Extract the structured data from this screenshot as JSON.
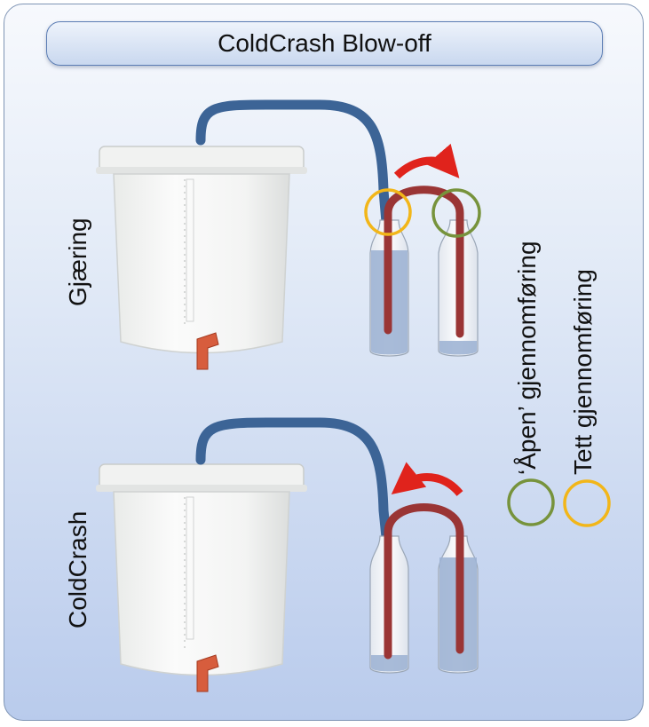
{
  "title": "ColdCrash Blow-off",
  "sections": {
    "top_label": "Gjæring",
    "bottom_label": "ColdCrash"
  },
  "legend": {
    "open_label": "‘Åpen’ gjennomføring",
    "closed_label": "Tett gjennomføring"
  },
  "colors": {
    "hose_blue": "#3c6496",
    "hose_red": "#9a3535",
    "arrow_red": "#e0231c",
    "open_circle": "#77933c",
    "closed_circle": "#f2b619",
    "liquid": "#9fb4d4"
  }
}
